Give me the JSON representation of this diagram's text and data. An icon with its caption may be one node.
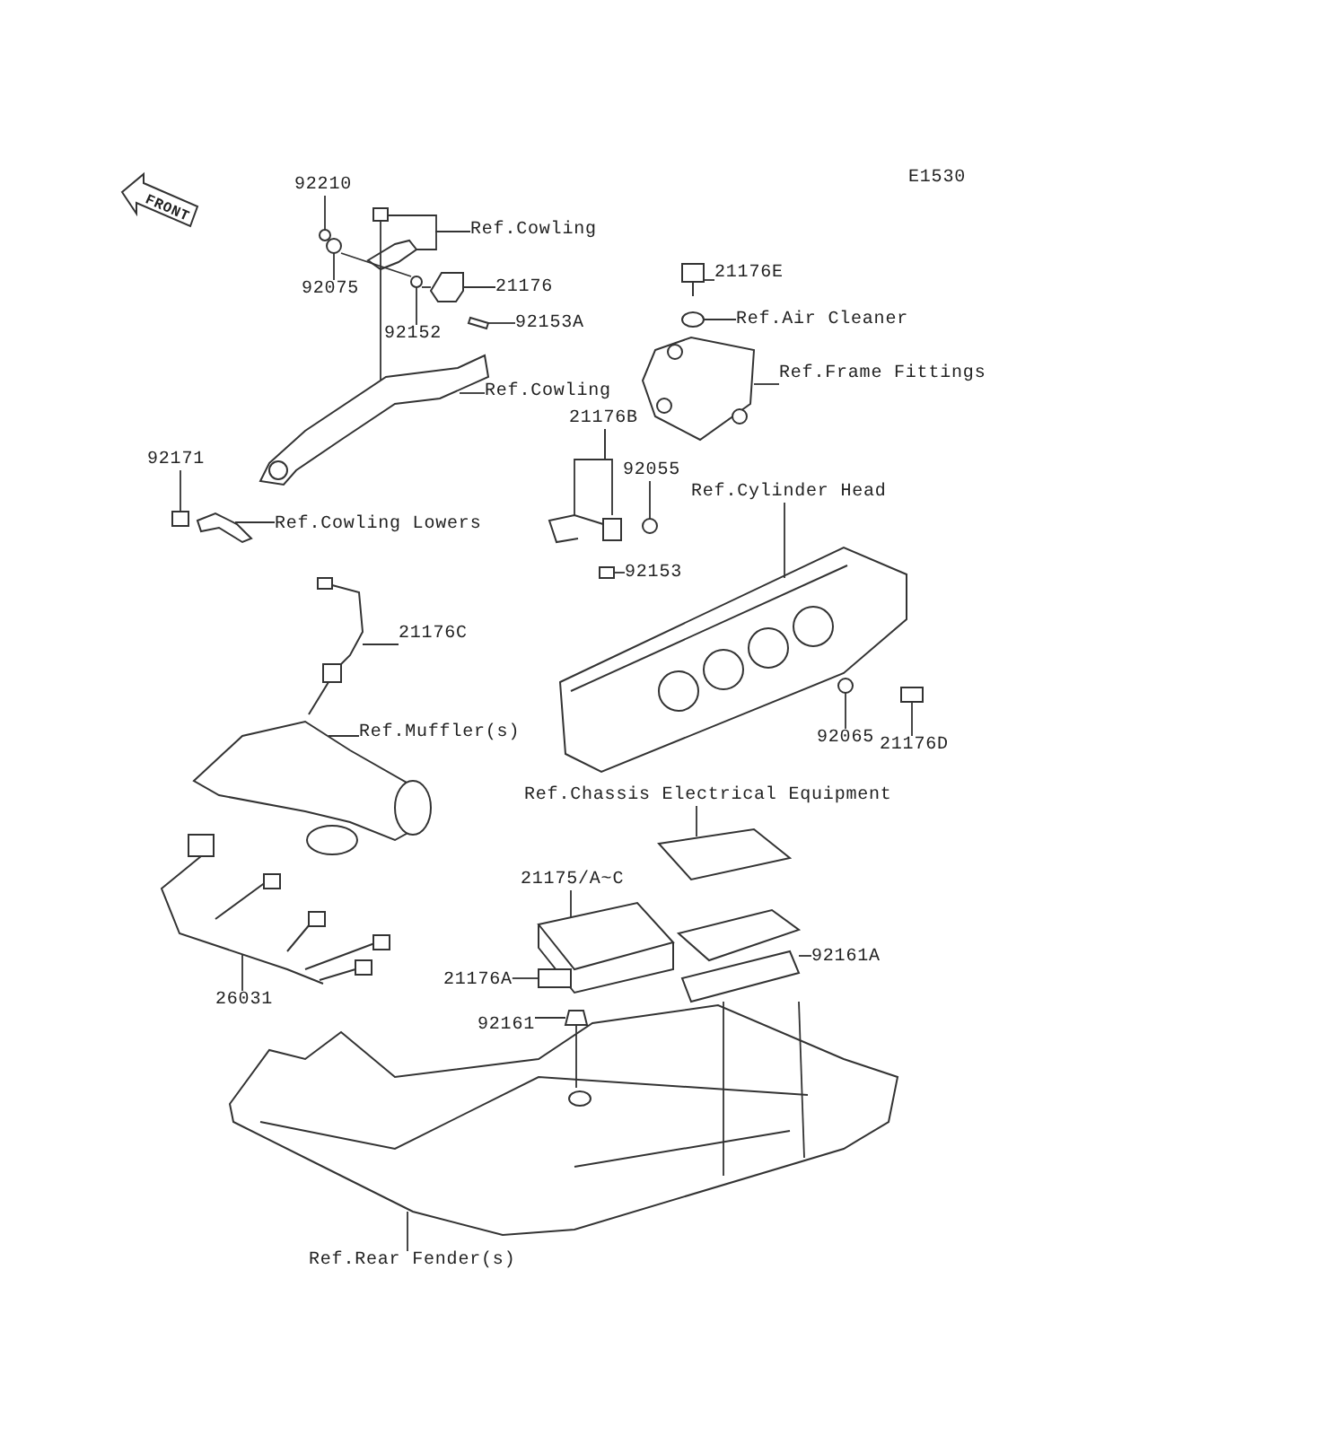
{
  "diagram": {
    "nodes": [
      {
        "text": [
          "92210"
        ]
      },
      {
        "text": [
          "92075"
        ]
      },
      {
        "text": [
          "Ref.Cowling"
        ]
      },
      {
        "text": [
          "92152"
        ]
      },
      {
        "text": [
          "21176"
        ]
      },
      {
        "text": [
          "92153A"
        ]
      },
      {
        "text": [
          "Ref.Cowling"
        ]
      },
      {
        "text": [
          "92171"
        ]
      },
      {
        "text": [
          "Ref.Cowling Lowers"
        ]
      },
      {
        "text": [
          "21176B"
        ]
      },
      {
        "text": [
          "92055"
        ]
      },
      {
        "text": [
          "92153"
        ]
      },
      {
        "text": [
          "Ref.Cylinder Head"
        ]
      },
      {
        "text": [
          "21176E"
        ]
      },
      {
        "text": [
          "Ref.Air Cleaner"
        ]
      },
      {
        "text": [
          "Ref.Frame Fittings"
        ]
      },
      {
        "text": [
          "21176C"
        ]
      },
      {
        "text": [
          "Ref.Muffler(s)"
        ]
      },
      {
        "text": [
          "92065"
        ]
      },
      {
        "text": [
          "21176D"
        ]
      },
      {
        "text": [
          "Ref.Chassis Electrical Equipment"
        ]
      },
      {
        "text": [
          "21175/A~C"
        ]
      },
      {
        "text": [
          "92161A"
        ]
      },
      {
        "text": [
          "26031"
        ]
      },
      {
        "text": [
          "21176A"
        ]
      },
      {
        "text": [
          "92161"
        ]
      },
      {
        "text": [
          "Ref.Rear Fender(s)"
        ]
      },
      {
        "text": [],
        "shape": "circle"
      },
      {
        "text": [],
        "shape": "circle"
      },
      {
        "text": [],
        "shape": "picture"
      },
      {
        "text": [],
        "shape": "picture"
      },
      {
        "text": [],
        "shape": "picture"
      },
      {
        "text": [],
        "shape": "picture"
      },
      {
        "text": [],
        "shape": "picture"
      },
      {
        "text": [],
        "shape": "picture"
      },
      {
        "text": [],
        "shape": "box"
      },
      {
        "text": [],
        "shape": "picture"
      },
      {
        "text": [],
        "shape": "picture"
      },
      {
        "text": [],
        "shape": "circle"
      },
      {
        "text": [],
        "shape": "picture"
      },
      {
        "text": [],
        "shape": "picture"
      },
      {
        "text": [],
        "shape": "picture"
      },
      {
        "text": [],
        "shape": "picture"
      },
      {
        "text": [],
        "shape": "picture"
      },
      {
        "text": [],
        "shape": "picture"
      },
      {
        "text": [],
        "shape": "picture"
      },
      {
        "text": [],
        "shape": "picture"
      },
      {
        "text": [],
        "shape": "picture"
      },
      {
        "text": [],
        "shape": "picture"
      },
      {
        "text": [],
        "shape": "picture"
      },
      {
        "text": [],
        "shape": "picture"
      },
      {
        "text": [],
        "shape": "picture"
      },
      {
        "text": [],
        "shape": "box"
      },
      {
        "text": [],
        "shape": "picture"
      },
      {
        "text": [],
        "shape": "picture"
      }
    ],
    "edges": [
      {
        "from": 0,
        "to": 27,
        "arrow": "none"
      },
      {
        "from": 1,
        "to": 28,
        "arrow": "none"
      },
      {
        "from": 2,
        "to": 29,
        "arrow": "none"
      },
      {
        "from": 2,
        "to": 30,
        "arrow": "none"
      },
      {
        "from": 3,
        "to": 31,
        "arrow": "none"
      },
      {
        "from": 4,
        "to": 32,
        "arrow": "none"
      },
      {
        "from": 5,
        "to": 33,
        "arrow": "none"
      },
      {
        "from": 6,
        "to": 34,
        "arrow": "none"
      },
      {
        "from": 7,
        "to": 35,
        "arrow": "none"
      },
      {
        "from": 8,
        "to": 36,
        "arrow": "none"
      },
      {
        "from": 9,
        "to": 37,
        "arrow": "none"
      },
      {
        "from": 9,
        "to": 37,
        "arrow": "none"
      },
      {
        "from": 10,
        "to": 38,
        "arrow": "none"
      },
      {
        "from": 11,
        "to": 39,
        "arrow": "none"
      },
      {
        "from": 12,
        "to": 40,
        "arrow": "none"
      },
      {
        "from": 13,
        "to": 41,
        "arrow": "none"
      },
      {
        "from": 14,
        "to": 42,
        "arrow": "none"
      },
      {
        "from": 15,
        "to": 43,
        "arrow": "none"
      },
      {
        "from": 16,
        "to": 44,
        "arrow": "none"
      },
      {
        "from": 17,
        "to": 45,
        "arrow": "none"
      },
      {
        "from": 18,
        "to": 46,
        "arrow": "none"
      },
      {
        "from": 19,
        "to": 47,
        "arrow": "none"
      },
      {
        "from": 20,
        "to": 48,
        "arrow": "none"
      },
      {
        "from": 21,
        "to": 49,
        "arrow": "none"
      },
      {
        "from": 22,
        "to": 50,
        "arrow": "none"
      },
      {
        "from": 23,
        "to": 51,
        "arrow": "none"
      },
      {
        "from": 24,
        "to": 52,
        "arrow": "none"
      },
      {
        "from": 25,
        "to": 53,
        "arrow": "none"
      },
      {
        "from": 26,
        "to": 54,
        "arrow": "none"
      },
      {
        "from": 29,
        "to": 34,
        "arrow": "none"
      },
      {
        "from": 28,
        "to": 31,
        "arrow": "none"
      },
      {
        "from": 31,
        "to": 32,
        "arrow": "none"
      },
      {
        "from": 50,
        "to": 54,
        "arrow": "none"
      },
      {
        "from": 50,
        "to": 54,
        "arrow": "none"
      },
      {
        "from": 53,
        "to": 54,
        "arrow": "none"
      }
    ],
    "labels": [
      "E1530",
      "FRONT"
    ]
  }
}
